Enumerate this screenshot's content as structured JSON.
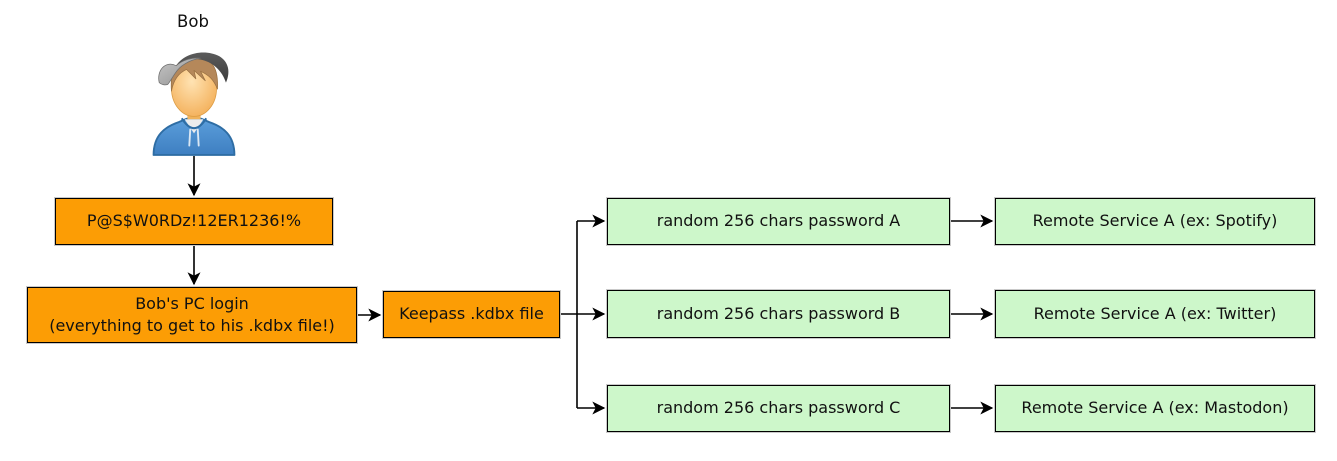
{
  "diagram_type": "flowchart",
  "actor": {
    "label": "Bob",
    "icon": "person-avatar-icon"
  },
  "nodes": {
    "master_password": {
      "label": "P@S$W0RDz!12ER1236!%",
      "kind": "orange"
    },
    "pc_login": {
      "line1": "Bob's PC login",
      "line2": "(everything to get to his .kdbx file!)",
      "kind": "orange"
    },
    "keepass": {
      "label": "Keepass .kdbx file",
      "kind": "orange"
    },
    "password_a": {
      "label": "random 256 chars password A",
      "kind": "green"
    },
    "password_b": {
      "label": "random 256 chars password B",
      "kind": "green"
    },
    "password_c": {
      "label": "random 256 chars password C",
      "kind": "green"
    },
    "service_a": {
      "label": "Remote Service A (ex: Spotify)",
      "kind": "green"
    },
    "service_b": {
      "label": "Remote Service A (ex: Twitter)",
      "kind": "green"
    },
    "service_c": {
      "label": "Remote Service A (ex: Mastodon)",
      "kind": "green"
    }
  },
  "edges": [
    {
      "from": "actor",
      "to": "master_password"
    },
    {
      "from": "master_password",
      "to": "pc_login"
    },
    {
      "from": "pc_login",
      "to": "keepass"
    },
    {
      "from": "keepass",
      "to": "password_a"
    },
    {
      "from": "keepass",
      "to": "password_b"
    },
    {
      "from": "keepass",
      "to": "password_c"
    },
    {
      "from": "password_a",
      "to": "service_a"
    },
    {
      "from": "password_b",
      "to": "service_b"
    },
    {
      "from": "password_c",
      "to": "service_c"
    }
  ],
  "colors": {
    "orange_node_fill": "#FC9D05",
    "green_node_fill": "#CDF7CA",
    "node_border": "#000000",
    "node_outline": "#c9c9c9",
    "edge": "#000000",
    "background": "#ffffff"
  }
}
